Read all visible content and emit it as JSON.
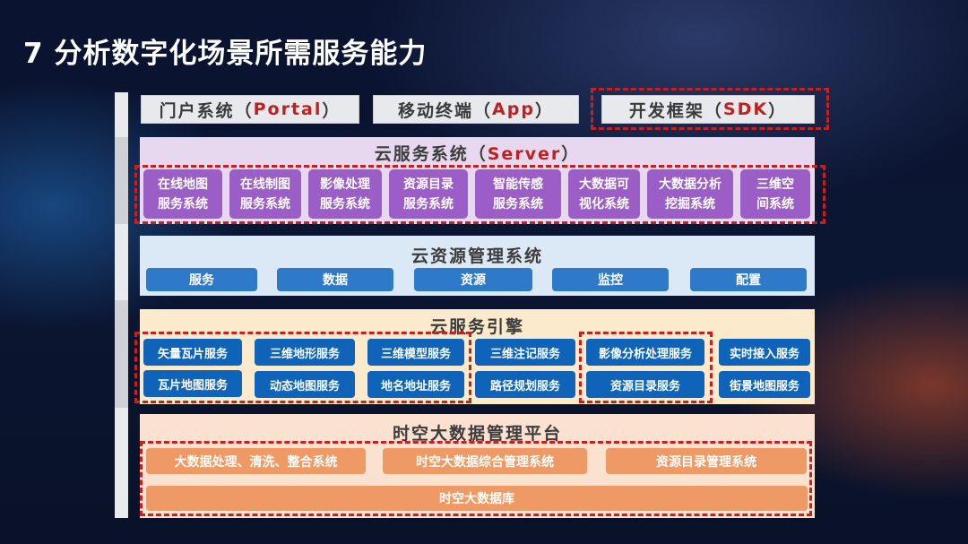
{
  "title": "7 分析数字化场景所需服务能力",
  "top_row": [
    {
      "prefix": "门户系统（",
      "accent": "Portal",
      "suffix": "）"
    },
    {
      "prefix": "移动终端（",
      "accent": "App",
      "suffix": "）"
    },
    {
      "prefix": "开发框架（",
      "accent": "SDK",
      "suffix": "）"
    }
  ],
  "server": {
    "title_prefix": "云服务系统（",
    "title_accent": "Server",
    "title_suffix": "）",
    "items": [
      {
        "line1": "在线地图",
        "line2": "服务系统"
      },
      {
        "line1": "在线制图",
        "line2": "服务系统"
      },
      {
        "line1": "影像处理",
        "line2": "服务系统"
      },
      {
        "line1": "资源目录",
        "line2": "服务系统"
      },
      {
        "line1": "智能传感",
        "line2": "服务系统"
      },
      {
        "line1": "大数据可",
        "line2": "视化系统"
      },
      {
        "line1": "大数据分析",
        "line2": "挖掘系统"
      },
      {
        "line1": "三维空",
        "line2": "间系统"
      }
    ]
  },
  "resource": {
    "title": "云资源管理系统",
    "items": [
      "服务",
      "数据",
      "资源",
      "监控",
      "配置"
    ]
  },
  "engine": {
    "title": "云服务引擎",
    "items": [
      "矢量瓦片服务",
      "瓦片地图服务",
      "三维地形服务",
      "动态地图服务",
      "三维模型服务",
      "地名地址服务",
      "三维注记服务",
      "路径规划服务",
      "影像分析处理服务",
      "资源目录服务",
      "实时接入服务",
      "街景地图服务"
    ]
  },
  "bigdata": {
    "title": "时空大数据管理平台",
    "items": [
      "大数据处理、清洗、整合系统",
      "时空大数据综合管理系统",
      "资源目录管理系统"
    ],
    "database": "时空大数据库"
  },
  "colors": {
    "accent_red": "#c0201f",
    "purple": "#9b5ec7",
    "blue": "#2f79c9",
    "dark_blue": "#0f63b8",
    "orange": "#ef9a64",
    "server_bg": "#e7d8f0",
    "resource_bg": "#dbe8f5",
    "engine_bg": "#fbeacb",
    "bigdata_bg": "#fbe1d0"
  }
}
